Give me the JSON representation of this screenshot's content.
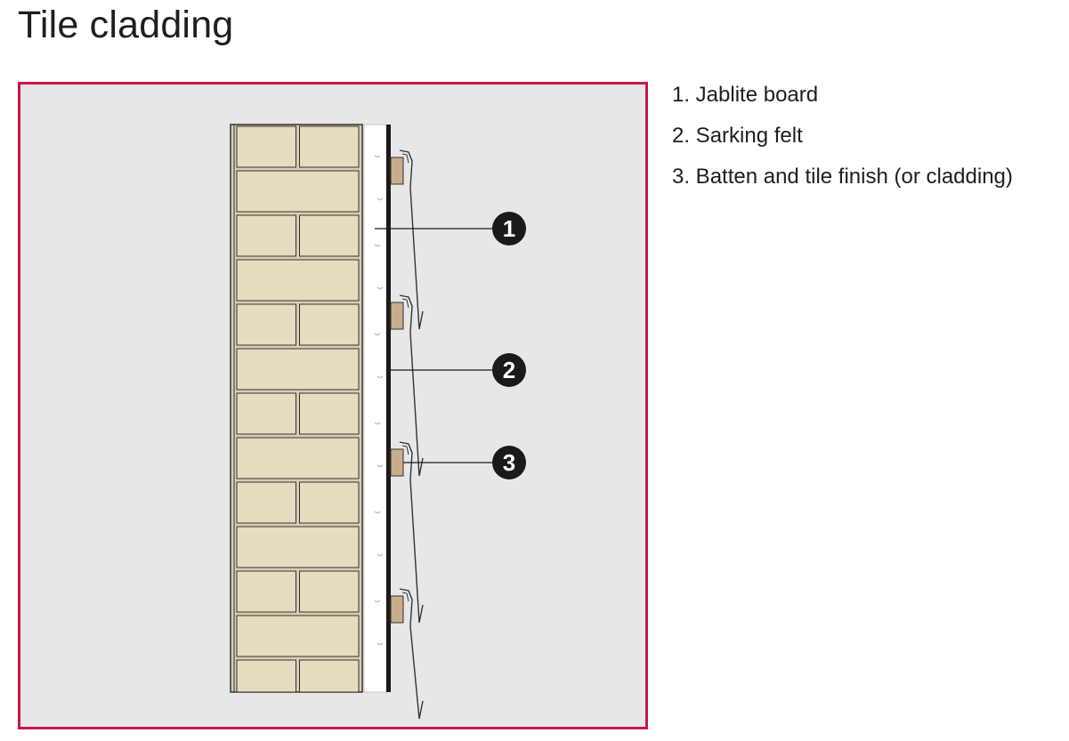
{
  "page": {
    "title": "Tile cladding"
  },
  "diagram": {
    "colors": {
      "frame_border": "#c8174a",
      "panel_background": "#e6e7e9",
      "brick_fill": "#e6dcc0",
      "batten_fill": "#c9ad8a",
      "outline": "#333333",
      "callout_fill": "#1a1a1a"
    },
    "callouts": [
      {
        "number": "1",
        "target": "jablite-board"
      },
      {
        "number": "2",
        "target": "sarking-felt"
      },
      {
        "number": "3",
        "target": "batten-and-tile"
      }
    ]
  },
  "legend": {
    "items": [
      {
        "number": "1",
        "text": "1. Jablite board"
      },
      {
        "number": "2",
        "text": "2. Sarking felt"
      },
      {
        "number": "3",
        "text": "3. Batten and tile finish (or cladding)"
      }
    ]
  }
}
